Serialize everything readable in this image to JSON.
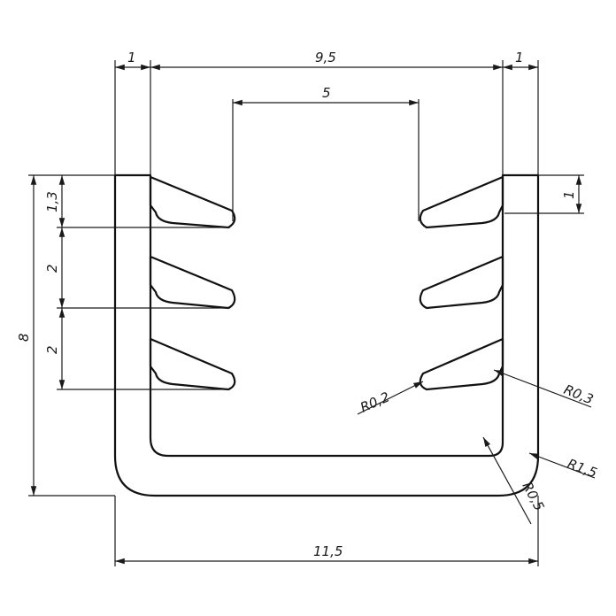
{
  "drawing": {
    "dimensions": {
      "wall_left": "1",
      "inner_width": "9,5",
      "wall_right": "1",
      "slot_width": "5",
      "lip_top": "1,3",
      "lip_pitch_1": "2",
      "lip_pitch_2": "2",
      "total_height": "8",
      "lip_thickness": "1",
      "total_width": "11,5"
    },
    "radii": {
      "r1": "R0,2",
      "r2": "R0,3",
      "r3": "R1,5",
      "r4": "R0,5"
    },
    "colors": {
      "line": "#1a1a1a",
      "paper": "#ffffff"
    }
  }
}
